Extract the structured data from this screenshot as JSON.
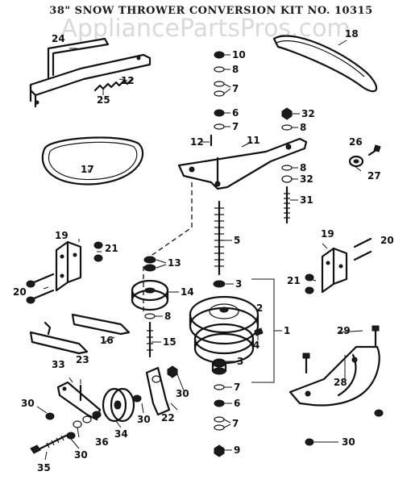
{
  "title": "38\" SNOW THROWER CONVERSION KIT NO. 10315",
  "watermark": "AppliancePartsPros.com",
  "callouts": [
    "1",
    "2",
    "3",
    "4",
    "5",
    "6",
    "7",
    "8",
    "9",
    "10",
    "11",
    "12",
    "13",
    "14",
    "15",
    "16",
    "17",
    "18",
    "19",
    "20",
    "21",
    "22",
    "23",
    "24",
    "25",
    "26",
    "27",
    "28",
    "29",
    "30",
    "31",
    "32",
    "33",
    "34",
    "35",
    "36"
  ]
}
